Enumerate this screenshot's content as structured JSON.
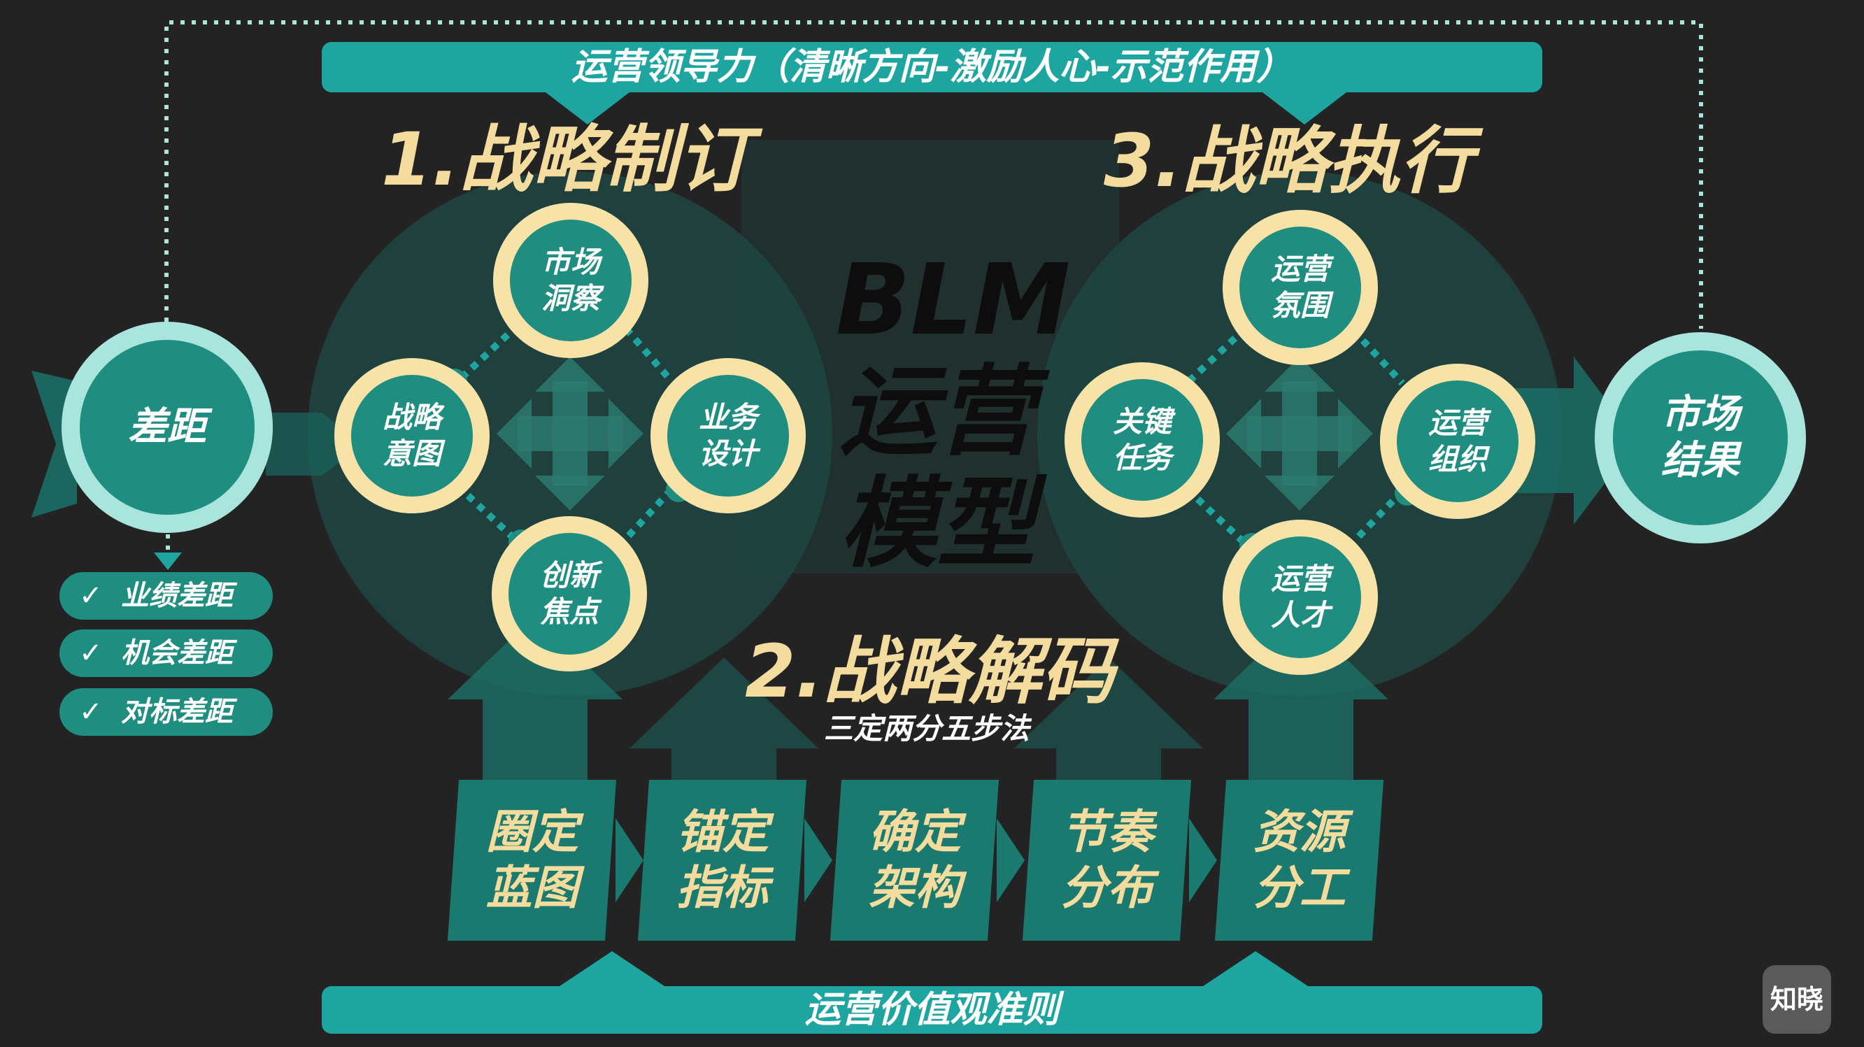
{
  "top_bar": {
    "label": "运营领导力（清晰方向-激励人心-示范作用）"
  },
  "bottom_bar": {
    "label": "运营价值观准则"
  },
  "section1": {
    "title": "1.战略制订",
    "nodes": {
      "top": "市场\n洞察",
      "right": "业务\n设计",
      "bottom": "创新\n焦点",
      "left": "战略\n意图"
    }
  },
  "section2": {
    "title": "2.战略解码",
    "subtitle": "三定两分五步法",
    "steps": [
      "圈定\n蓝图",
      "锚定\n指标",
      "确定\n架构",
      "节奏\n分布",
      "资源\n分工"
    ]
  },
  "section3": {
    "title": "3.战略执行",
    "nodes": {
      "top": "运营\n氛围",
      "right": "运营\n组织",
      "bottom": "运营\n人才",
      "left": "关键\n任务"
    }
  },
  "center": {
    "label": "BLM\n运营\n模型"
  },
  "gap": {
    "label": "差距",
    "items": [
      {
        "check": "✓",
        "label": "业绩差距"
      },
      {
        "check": "✓",
        "label": "机会差距"
      },
      {
        "check": "✓",
        "label": "对标差距"
      }
    ]
  },
  "result": {
    "label": "市场\n结果"
  },
  "logo": {
    "label": "知晓"
  },
  "colors": {
    "background": "#232323",
    "teal_bar": "#1fa5a0",
    "node_fill": "#1f8d7f",
    "ring_gold": "#f7e2a7",
    "ring_mint": "#a9e5dd",
    "title_gold": "#f3dc9e"
  }
}
